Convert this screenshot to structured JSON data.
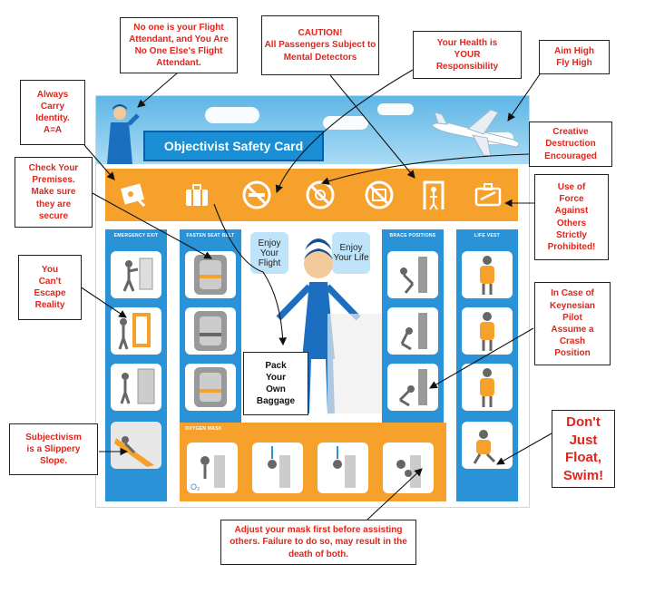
{
  "card": {
    "title": "Objectivist Safety Card",
    "bubble_left": "Enjoy\nYour\nFlight",
    "bubble_right": "Enjoy\nYour\nLife",
    "sections": {
      "emergency_exit": "EMERGENCY EXIT",
      "fasten_seat_belt": "FASTEN SEAT BELT",
      "brace_positions": "BRACE POSITIONS",
      "life_vest": "LIFE VEST",
      "oxygen_mask": "OXYGEN MASK"
    },
    "colors": {
      "blue": "#2a92d6",
      "orange": "#f7a12d",
      "annotation_text": "#e0261c"
    }
  },
  "annotations": {
    "flight_attendant": "No one is your Flight Attendant, and You Are No One Else's Flight Attendant.",
    "caution": "CAUTION!\nAll Passengers Subject to Mental Detectors",
    "health": "Your Health is\nYOUR\nResponsibility",
    "aim_high": "Aim High\nFly High",
    "identity": "Always\nCarry\nIdentity.\nA=A",
    "creative_destruction": "Creative\nDestruction\nEncouraged",
    "premises": "Check Your\nPremises.\nMake sure\nthey are\nsecure",
    "use_of_force": "Use of\nForce\nAgainst\nOthers\nStrictly\nProhibited!",
    "reality": "You\nCan't\nEscape\nReality",
    "keynesian": "In Case of\nKeynesian\nPilot\nAssume a\nCrash\nPosition",
    "baggage": "Pack\nYour\nOwn\nBaggage",
    "subjectivism": "Subjectivism\nis a Slippery\nSlope.",
    "swim": "Don't\nJust\nFloat,\nSwim!",
    "mask": "Adjust your mask first before assisting others. Failure to do so, may result in the death of both."
  }
}
